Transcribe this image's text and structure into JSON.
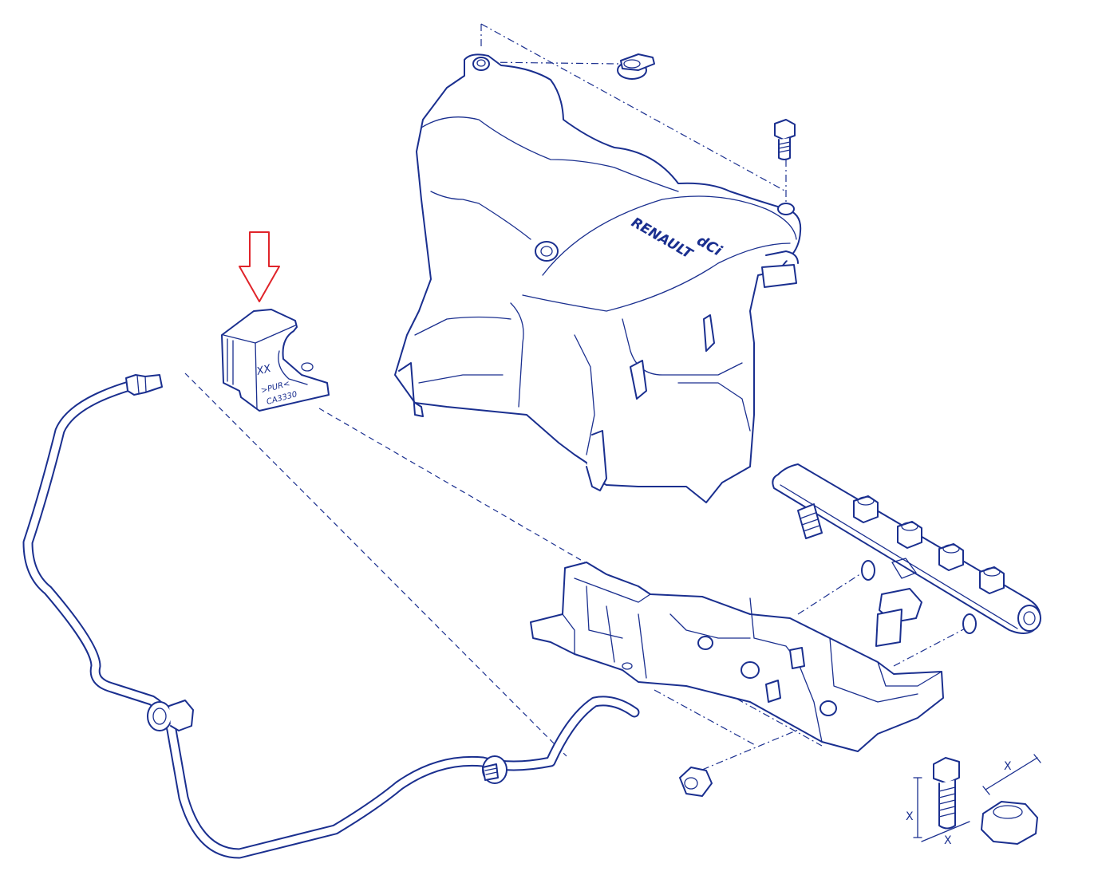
{
  "colors": {
    "line": "#1a2f8f",
    "highlight_arrow": "#e0242a",
    "background": "#ffffff"
  },
  "cover_labels": {
    "brand": "RENAULT",
    "engine": "dCi"
  },
  "part_labels": {
    "mark": "XX",
    "material": ">PUR<",
    "code": "CA3330"
  },
  "dimension_labels": {
    "bolt_height": "X",
    "bolt_width": "X",
    "nut_width": "X"
  }
}
